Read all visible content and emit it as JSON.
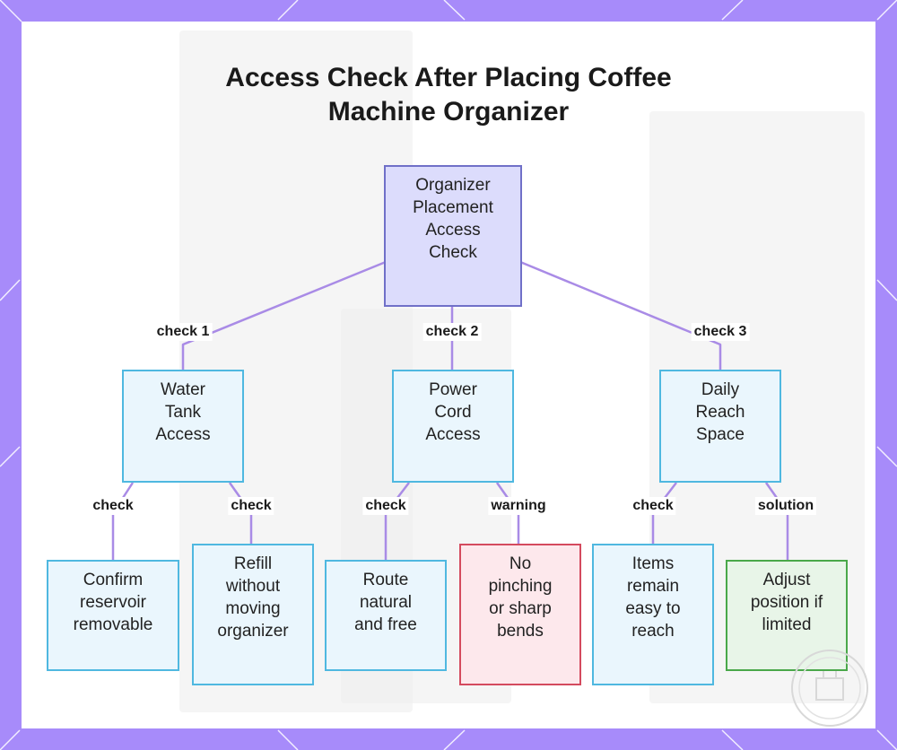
{
  "title_lines": [
    "Access Check After Placing Coffee",
    "Machine Organizer"
  ],
  "root": {
    "lines": [
      "Organizer",
      "Placement",
      "Access",
      "Check"
    ]
  },
  "branches": [
    {
      "edge_label": "check 1",
      "node": {
        "lines": [
          "Water",
          "Tank",
          "Access"
        ]
      },
      "children": [
        {
          "edge_label": "check",
          "lines": [
            "Confirm",
            "reservoir",
            "removable"
          ],
          "status": "info"
        },
        {
          "edge_label": "check",
          "lines": [
            "Refill",
            "without",
            "moving",
            "organizer"
          ],
          "status": "info"
        }
      ]
    },
    {
      "edge_label": "check 2",
      "node": {
        "lines": [
          "Power",
          "Cord",
          "Access"
        ]
      },
      "children": [
        {
          "edge_label": "check",
          "lines": [
            "Route",
            "natural",
            "and free"
          ],
          "status": "info"
        },
        {
          "edge_label": "warning",
          "lines": [
            "No",
            "pinching",
            "or sharp",
            "bends"
          ],
          "status": "warning"
        }
      ]
    },
    {
      "edge_label": "check 3",
      "node": {
        "lines": [
          "Daily",
          "Reach",
          "Space"
        ]
      },
      "children": [
        {
          "edge_label": "check",
          "lines": [
            "Items",
            "remain",
            "easy to",
            "reach"
          ],
          "status": "info"
        },
        {
          "edge_label": "solution",
          "lines": [
            "Adjust",
            "position if",
            "limited"
          ],
          "status": "solution"
        }
      ]
    }
  ],
  "colors": {
    "frame": "#a78bfa",
    "edge": "#a98be6",
    "root_fill": "#dcdcfc",
    "root_border": "#7070c8",
    "info_fill": "#eaf6fd",
    "info_border": "#4fb8e0",
    "warning_fill": "#fde8ec",
    "warning_border": "#d44a5e",
    "solution_fill": "#e8f5e8",
    "solution_border": "#4aa84a"
  },
  "icons": [
    "watermark-seal-icon"
  ]
}
